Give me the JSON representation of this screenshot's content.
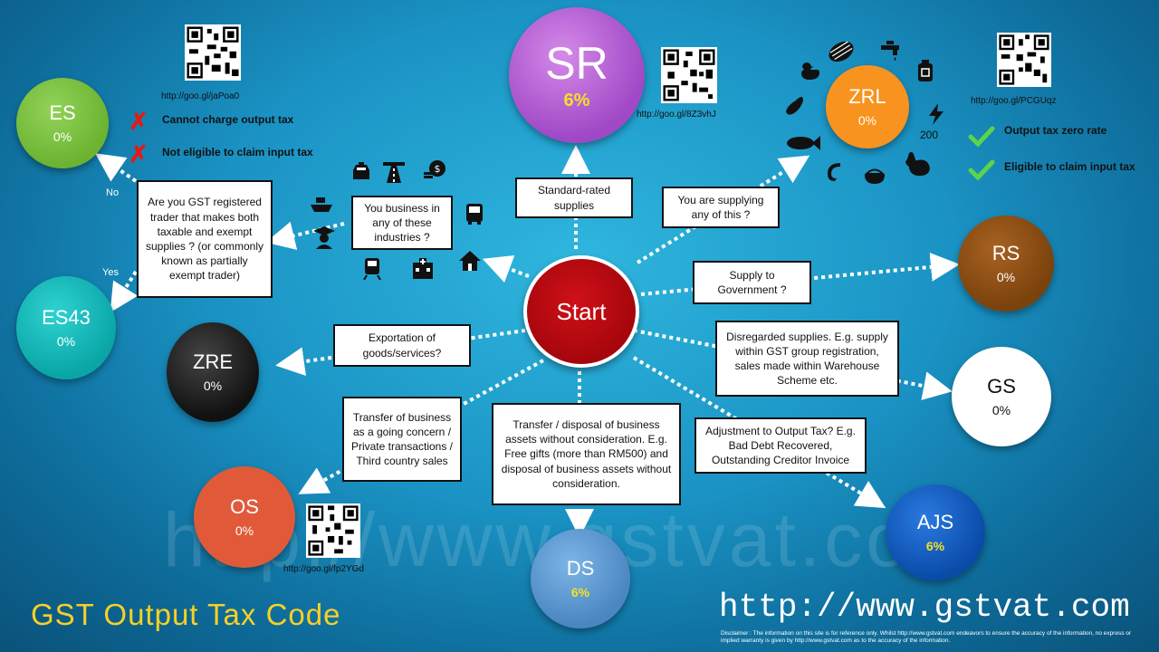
{
  "title": "GST Output Tax Code",
  "watermark": "http://www.gstvat.com",
  "site": "http://www.gstvat.com",
  "disclaimer": "Disclaimer : The information on this site is for reference only. Whilst http://www.gstvat.com endeavors to ensure the accuracy of the information, no express or implied warranty is given by http://www.gstvat.com as to the accuracy of the information.",
  "start": {
    "label": "Start",
    "color": "#c0090f"
  },
  "codes": {
    "sr": {
      "code": "SR",
      "rate": "6%",
      "color": "#b35fd4"
    },
    "zrl": {
      "code": "ZRL",
      "rate": "0%",
      "color": "#f7931e"
    },
    "rs": {
      "code": "RS",
      "rate": "0%",
      "color": "#8a4f12"
    },
    "gs": {
      "code": "GS",
      "rate": "0%",
      "color": "#ffffff"
    },
    "ajs": {
      "code": "AJS",
      "rate": "6%",
      "color": "#0b5cc9"
    },
    "ds": {
      "code": "DS",
      "rate": "6%",
      "color": "#5a9ad6"
    },
    "os": {
      "code": "OS",
      "rate": "0%",
      "color": "#e05a3a"
    },
    "zre": {
      "code": "ZRE",
      "rate": "0%",
      "color": "#222222"
    },
    "es43": {
      "code": "ES43",
      "rate": "0%",
      "color": "#10b9b9"
    },
    "es": {
      "code": "ES",
      "rate": "0%",
      "color": "#7cc242"
    }
  },
  "rate_highlight": "#f6e024",
  "boxes": {
    "standard": "Standard-rated supplies",
    "supplying": "You are supplying any of this ?",
    "government": "Supply to Government ?",
    "disregarded": "Disregarded supplies. E.g. supply within GST group registration, sales made within Warehouse Scheme etc.",
    "adjustment": "Adjustment to Output Tax? E.g. Bad Debt Recovered, Outstanding Creditor Invoice",
    "transfer_disposal": "Transfer / disposal of business assets without consideration. E.g. Free gifts (more than RM500) and disposal of business assets without consideration.",
    "transfer_business": "Transfer of business as a going concern / Private transactions / Third country sales",
    "exportation": "Exportation of goods/services?",
    "industries": "You business in any of these industries ?",
    "partially_exempt": "Are you GST registered trader that makes both taxable and exempt supplies ? (or commonly known as partially exempt trader)"
  },
  "urls": {
    "es": "http://goo.gl/jaPoa0",
    "sr": "http://goo.gl/8Z3vhJ",
    "zrl": "http://goo.gl/PCGUqz",
    "os": "http://goo.gl/fp2YGd"
  },
  "es_notes": [
    "Cannot charge output tax",
    "Not eligible to claim input tax"
  ],
  "zrl_notes": [
    "Output tax zero rate",
    "Eligible to claim input tax"
  ],
  "branch_no": "No",
  "branch_yes": "Yes",
  "power_value": "200"
}
